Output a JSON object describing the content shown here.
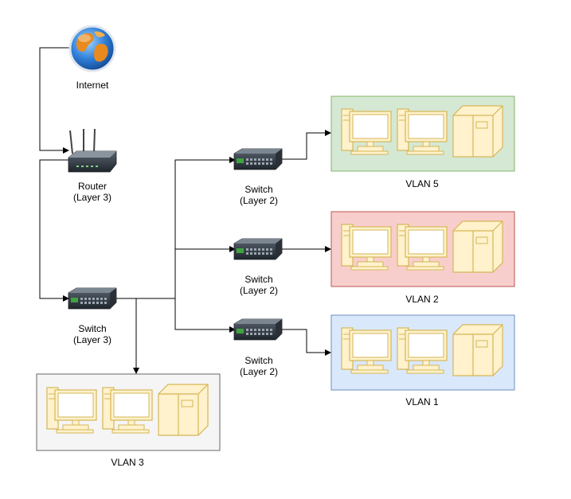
{
  "internet": {
    "label": "Internet"
  },
  "router": {
    "name": "Router",
    "layer": "(Layer 3)"
  },
  "core_switch": {
    "name": "Switch",
    "layer": "(Layer 3)"
  },
  "switch_vlan5": {
    "name": "Switch",
    "layer": "(Layer 2)"
  },
  "switch_vlan2": {
    "name": "Switch",
    "layer": "(Layer 2)"
  },
  "switch_vlan1": {
    "name": "Switch",
    "layer": "(Layer 2)"
  },
  "vlans": {
    "vlan5": {
      "label": "VLAN 5",
      "fill": "#d5e8d4",
      "stroke": "#82b366"
    },
    "vlan2": {
      "label": "VLAN 2",
      "fill": "#f8cecc",
      "stroke": "#b85450"
    },
    "vlan1": {
      "label": "VLAN 1",
      "fill": "#dae8fc",
      "stroke": "#6c8ebf"
    },
    "vlan3": {
      "label": "VLAN 3",
      "fill": "#f5f5f5",
      "stroke": "#666666"
    }
  },
  "colors": {
    "device": "#fff2cc",
    "device_stroke": "#d6b656",
    "line": "#000000"
  }
}
